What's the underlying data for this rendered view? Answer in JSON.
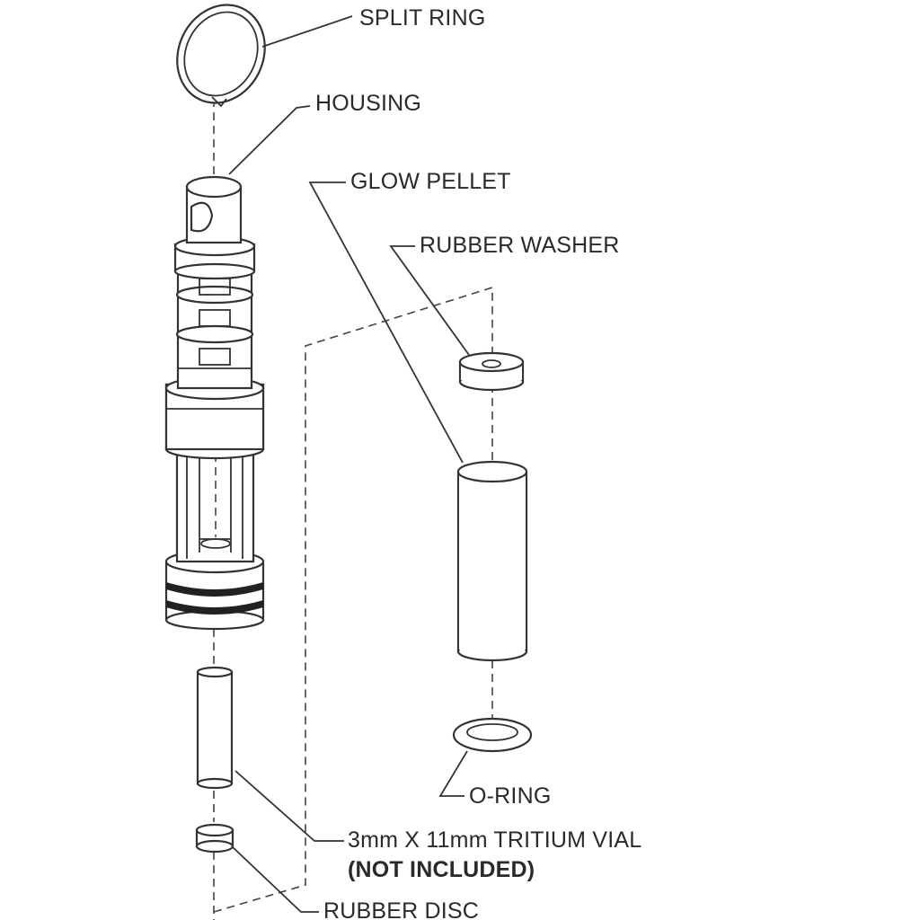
{
  "labels": {
    "split_ring": "SPLIT RING",
    "housing": "HOUSING",
    "glow_pellet": "GLOW PELLET",
    "rubber_washer": "RUBBER WASHER",
    "o_ring": "O-RING",
    "tritium_vial": "3mm X 11mm TRITIUM VIAL",
    "not_included": "(NOT INCLUDED)",
    "rubber_disc": "RUBBER DISC"
  }
}
